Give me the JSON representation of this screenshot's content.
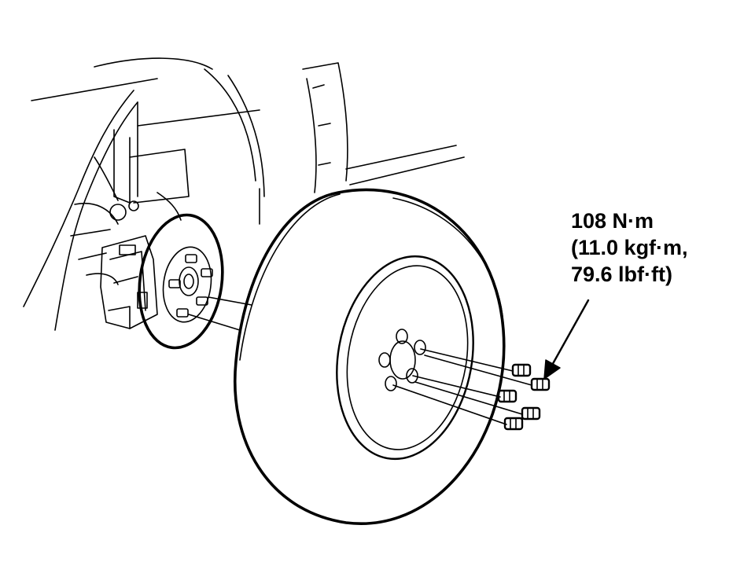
{
  "torque_spec": {
    "line1": "108 N·m",
    "line2": "(11.0 kgf·m,",
    "line3": "79.6 lbf·ft)"
  },
  "colors": {
    "ink": "#000000",
    "paper": "#ffffff"
  }
}
